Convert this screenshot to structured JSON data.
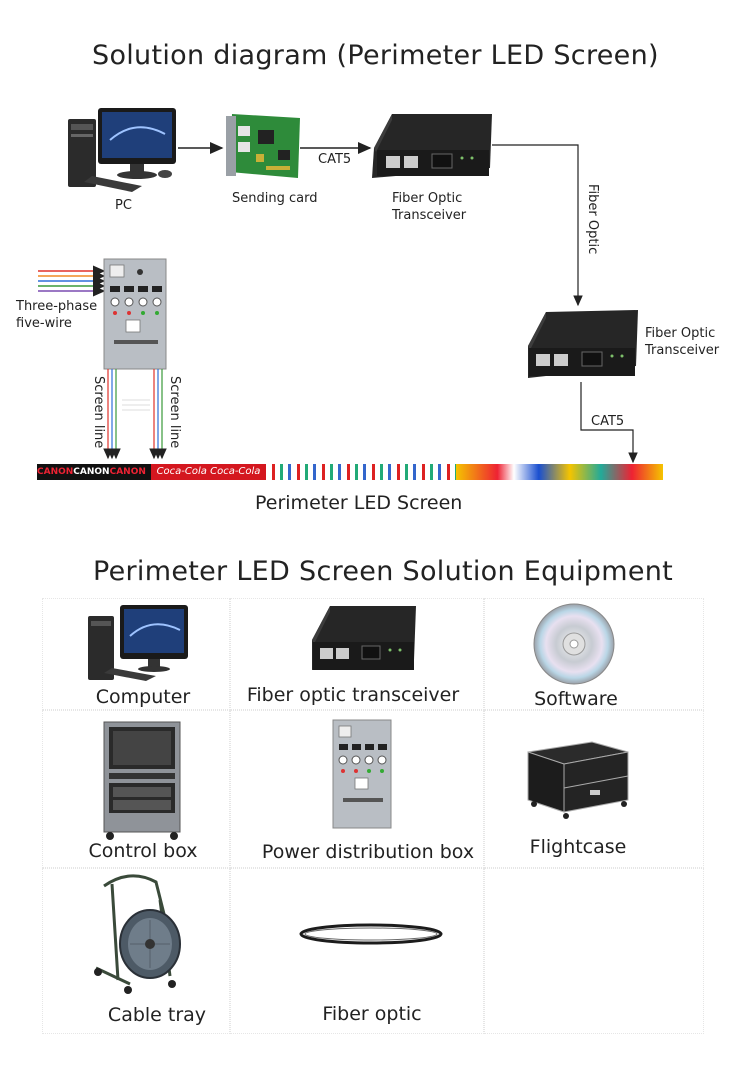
{
  "diagram": {
    "title": "Solution diagram (Perimeter LED Screen)",
    "pc_label": "PC",
    "sending_card_label": "Sending card",
    "cat5_top": "CAT5",
    "fiber_transceiver_1": [
      "Fiber Optic",
      "Transceiver"
    ],
    "fiber_optic_label": "Fiber Optic",
    "fiber_transceiver_2": [
      "Fiber Optic",
      "Transceiver"
    ],
    "cat5_bottom": "CAT5",
    "power_input_label": [
      "Three-phase",
      "five-wire"
    ],
    "screen_line_left": "Screen line",
    "screen_line_right": "Screen line",
    "screen_label": "Perimeter LED Screen",
    "banner_texts": [
      "CANON",
      "CANON",
      "CANON",
      "Coca-Cola",
      "Coca-Cola"
    ]
  },
  "equipment": {
    "title": "Perimeter LED Screen Solution Equipment",
    "items": [
      {
        "label": "Computer",
        "icon": "computer-icon"
      },
      {
        "label": "Fiber optic transceiver",
        "icon": "fiber-transceiver-icon"
      },
      {
        "label": "Software",
        "icon": "cd-disc-icon"
      },
      {
        "label": "Control box",
        "icon": "control-box-icon"
      },
      {
        "label": "Power distribution box",
        "icon": "power-box-icon"
      },
      {
        "label": "Flightcase",
        "icon": "flightcase-icon"
      },
      {
        "label": "Cable tray",
        "icon": "cable-reel-icon"
      },
      {
        "label": "Fiber optic",
        "icon": "fiber-coil-icon"
      }
    ]
  },
  "colors": {
    "wires": [
      "#e0322b",
      "#f08a24",
      "#2f6fd8",
      "#3a9a3a",
      "#7a4bb0"
    ],
    "device_dark": "#2b2b2b",
    "cabinet_grey": "#b9bec4",
    "pcb_green": "#2e8b3a"
  }
}
